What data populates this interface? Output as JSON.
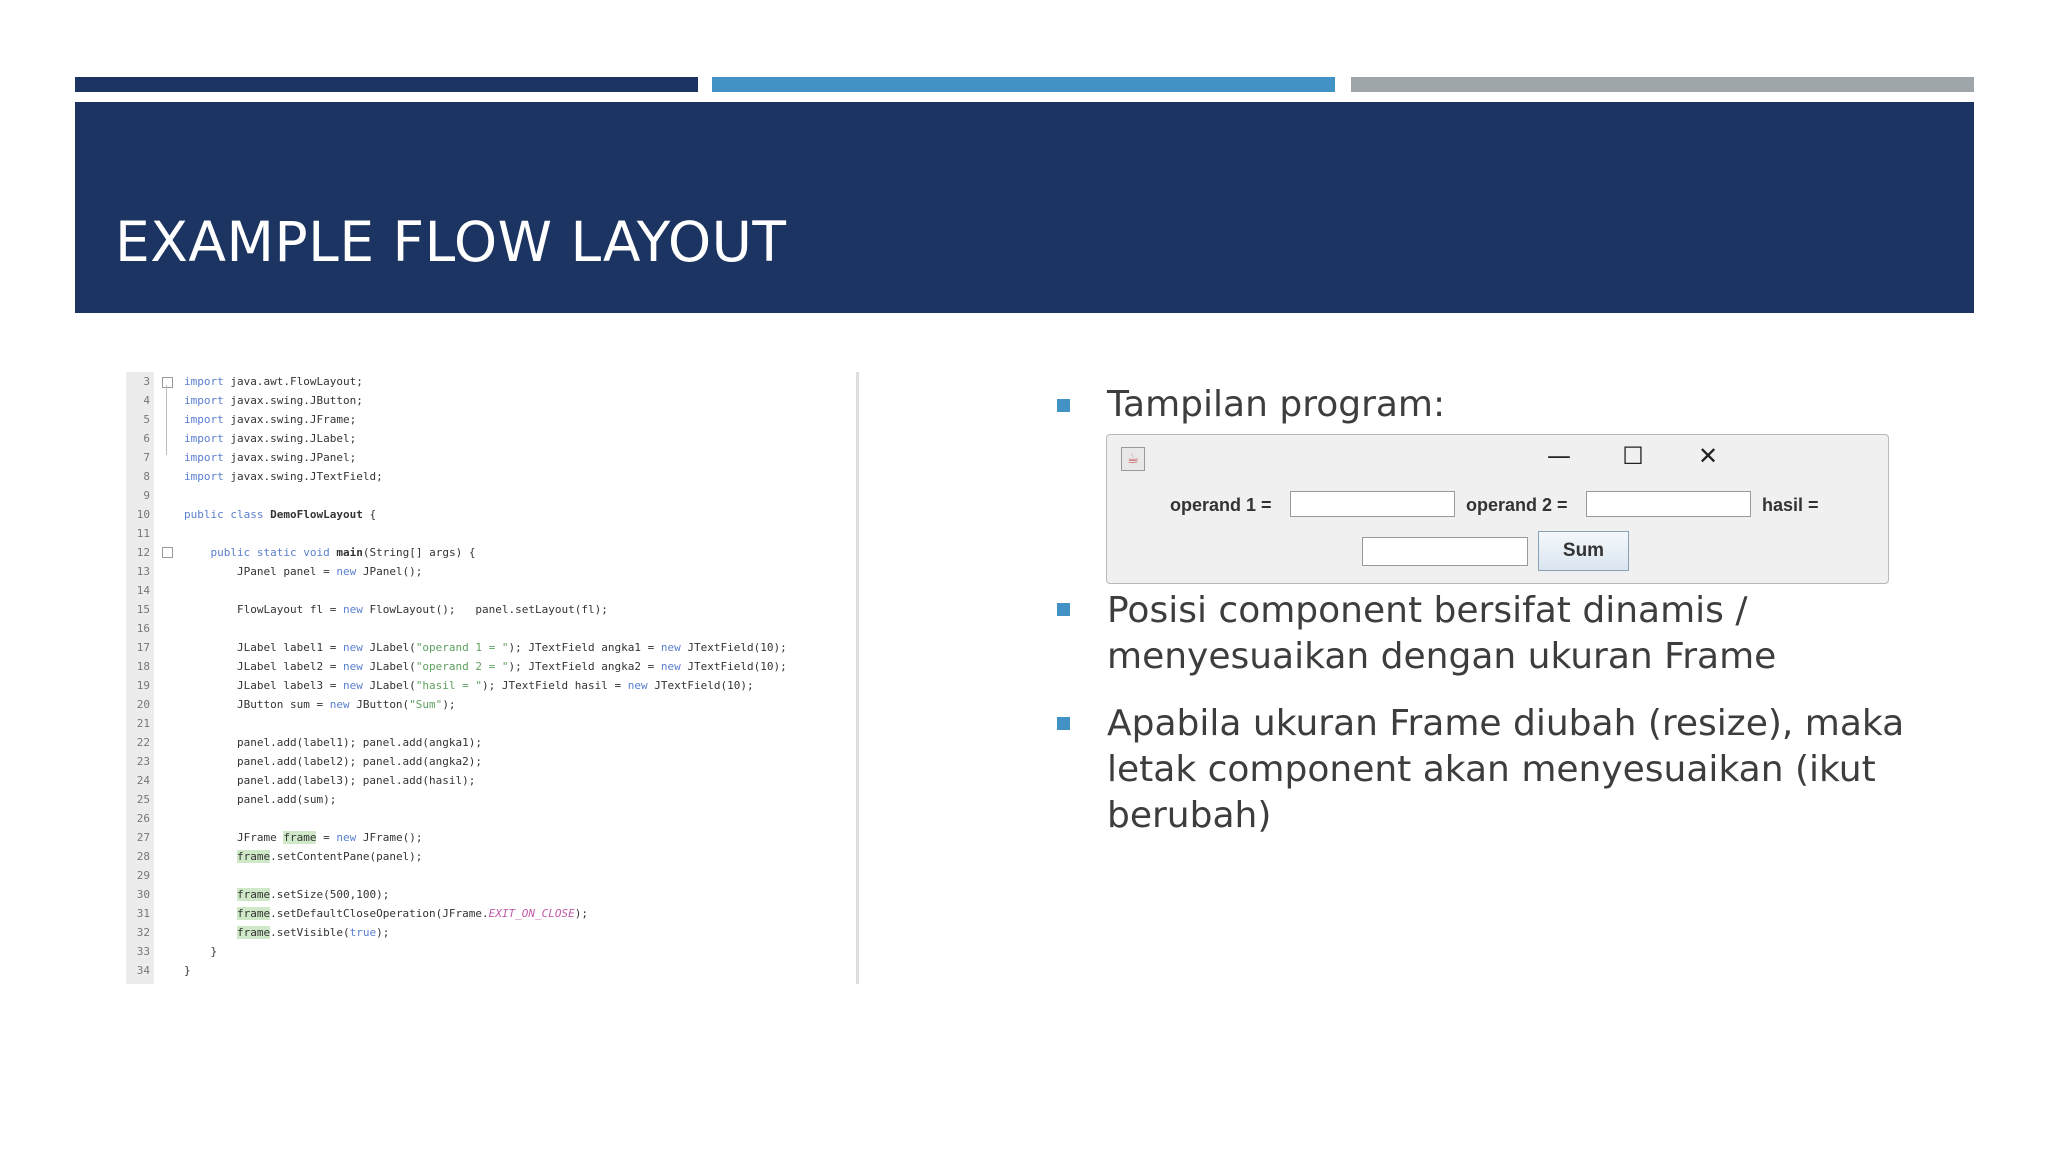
{
  "slide": {
    "title": "EXAMPLE FLOW LAYOUT",
    "accent_colors": [
      "#1c3461",
      "#4292c6",
      "#9ea6aa"
    ]
  },
  "code": {
    "lines": [
      {
        "n": "3",
        "t": "import java.awt.FlowLayout;"
      },
      {
        "n": "4",
        "t": "import javax.swing.JButton;"
      },
      {
        "n": "5",
        "t": "import javax.swing.JFrame;"
      },
      {
        "n": "6",
        "t": "import javax.swing.JLabel;"
      },
      {
        "n": "7",
        "t": "import javax.swing.JPanel;"
      },
      {
        "n": "8",
        "t": "import javax.swing.JTextField;"
      },
      {
        "n": "9",
        "t": ""
      },
      {
        "n": "10",
        "t": "public class DemoFlowLayout {"
      },
      {
        "n": "11",
        "t": ""
      },
      {
        "n": "12",
        "t": "    public static void main(String[] args) {"
      },
      {
        "n": "13",
        "t": "        JPanel panel = new JPanel();"
      },
      {
        "n": "14",
        "t": ""
      },
      {
        "n": "15",
        "t": "        FlowLayout fl = new FlowLayout();   panel.setLayout(fl);"
      },
      {
        "n": "16",
        "t": ""
      },
      {
        "n": "17",
        "t": "        JLabel label1 = new JLabel(\"operand 1 = \"); JTextField angka1 = new JTextField(10);"
      },
      {
        "n": "18",
        "t": "        JLabel label2 = new JLabel(\"operand 2 = \"); JTextField angka2 = new JTextField(10);"
      },
      {
        "n": "19",
        "t": "        JLabel label3 = new JLabel(\"hasil = \"); JTextField hasil = new JTextField(10);"
      },
      {
        "n": "20",
        "t": "        JButton sum = new JButton(\"Sum\");"
      },
      {
        "n": "21",
        "t": ""
      },
      {
        "n": "22",
        "t": "        panel.add(label1); panel.add(angka1);"
      },
      {
        "n": "23",
        "t": "        panel.add(label2); panel.add(angka2);"
      },
      {
        "n": "24",
        "t": "        panel.add(label3); panel.add(hasil);"
      },
      {
        "n": "25",
        "t": "        panel.add(sum);"
      },
      {
        "n": "26",
        "t": ""
      },
      {
        "n": "27",
        "t": "        JFrame frame = new JFrame();"
      },
      {
        "n": "28",
        "t": "        frame.setContentPane(panel);"
      },
      {
        "n": "29",
        "t": ""
      },
      {
        "n": "30",
        "t": "        frame.setSize(500,100);"
      },
      {
        "n": "31",
        "t": "        frame.setDefaultCloseOperation(JFrame.EXIT_ON_CLOSE);"
      },
      {
        "n": "32",
        "t": "        frame.setVisible(true);"
      },
      {
        "n": "33",
        "t": "    }"
      },
      {
        "n": "34",
        "t": "}"
      }
    ]
  },
  "bullets": [
    {
      "text": "Tampilan program:"
    },
    {
      "text": "Posisi component bersifat dinamis / menyesuaikan dengan ukuran Frame"
    },
    {
      "text": "Apabila ukuran Frame diubah (resize), maka letak component akan menyesuaikan (ikut berubah)"
    }
  ],
  "java_window": {
    "app_icon": "java-icon",
    "label1": "operand 1 =",
    "label2": "operand 2 =",
    "label3": "hasil =",
    "angka1_value": "",
    "angka2_value": "",
    "hasil_value": "",
    "button_label": "Sum",
    "minimize_glyph": "—",
    "maximize_glyph": "☐",
    "close_glyph": "✕"
  }
}
